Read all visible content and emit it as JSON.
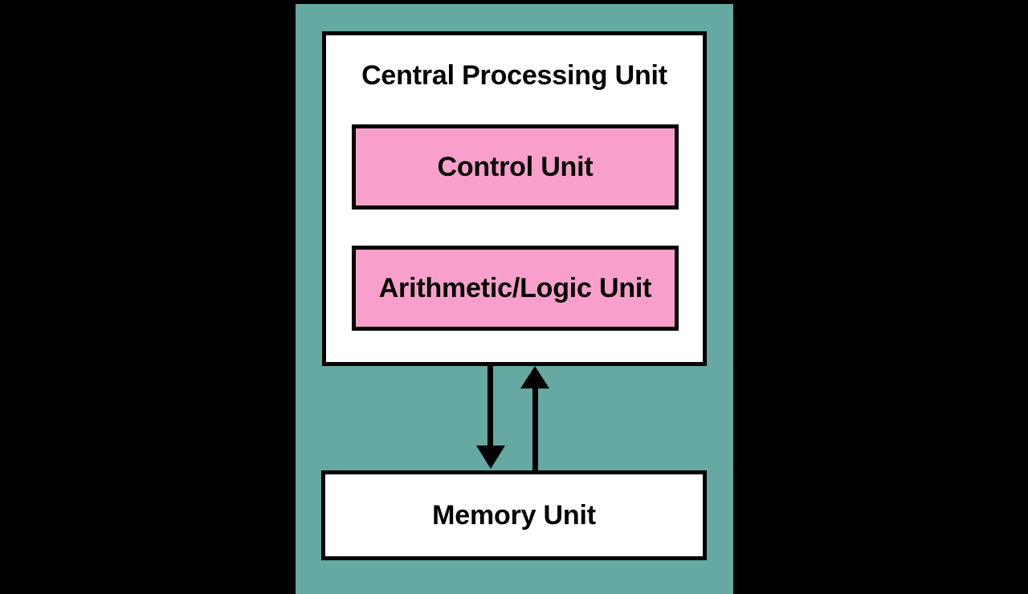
{
  "diagram": {
    "title_text": "Central Processing Unit",
    "background_color": "#000000",
    "panel_color": "#65A9A2",
    "box_fill_color": "#FFFFFF",
    "subunit_fill_color": "#F8A0CB",
    "stroke_color": "#000000",
    "cpu": {
      "label": "Central Processing Unit",
      "subunits": [
        {
          "label": "Control Unit"
        },
        {
          "label": "Arithmetic/Logic Unit"
        }
      ]
    },
    "memory": {
      "label": "Memory Unit"
    },
    "connectors": [
      {
        "name": "cpu-to-memory-arrow",
        "direction": "down"
      },
      {
        "name": "memory-to-cpu-arrow",
        "direction": "up"
      }
    ]
  }
}
